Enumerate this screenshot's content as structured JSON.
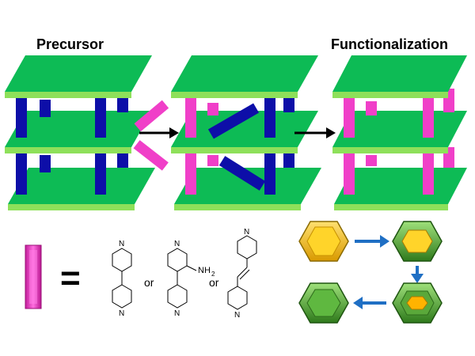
{
  "titles": {
    "precursor": "Precursor",
    "functionalization": "Functionalization"
  },
  "legend": {
    "equals": "=",
    "or_1": "or",
    "or_2": "or",
    "amine_label": "NH",
    "amine_subscript": "2",
    "atom_n": "N"
  },
  "colors": {
    "layer_fill": "#0dbb55",
    "layer_edge": "#8ee05a",
    "layer_edge_dark": "#5fb830",
    "pillar_blue": "#0d0ea8",
    "pillar_pink": "#f03fc8",
    "arrow_black": "#000000",
    "arrow_blue": "#1f6fc4",
    "gold": "#f2b800",
    "green_shell": "#3c8a26",
    "green_light": "#7ecf5a"
  },
  "icons": [
    "stage-arrow-icon",
    "hexagon-crystal-icon",
    "transform-arrow-icon",
    "pyridine-ring-icon"
  ]
}
